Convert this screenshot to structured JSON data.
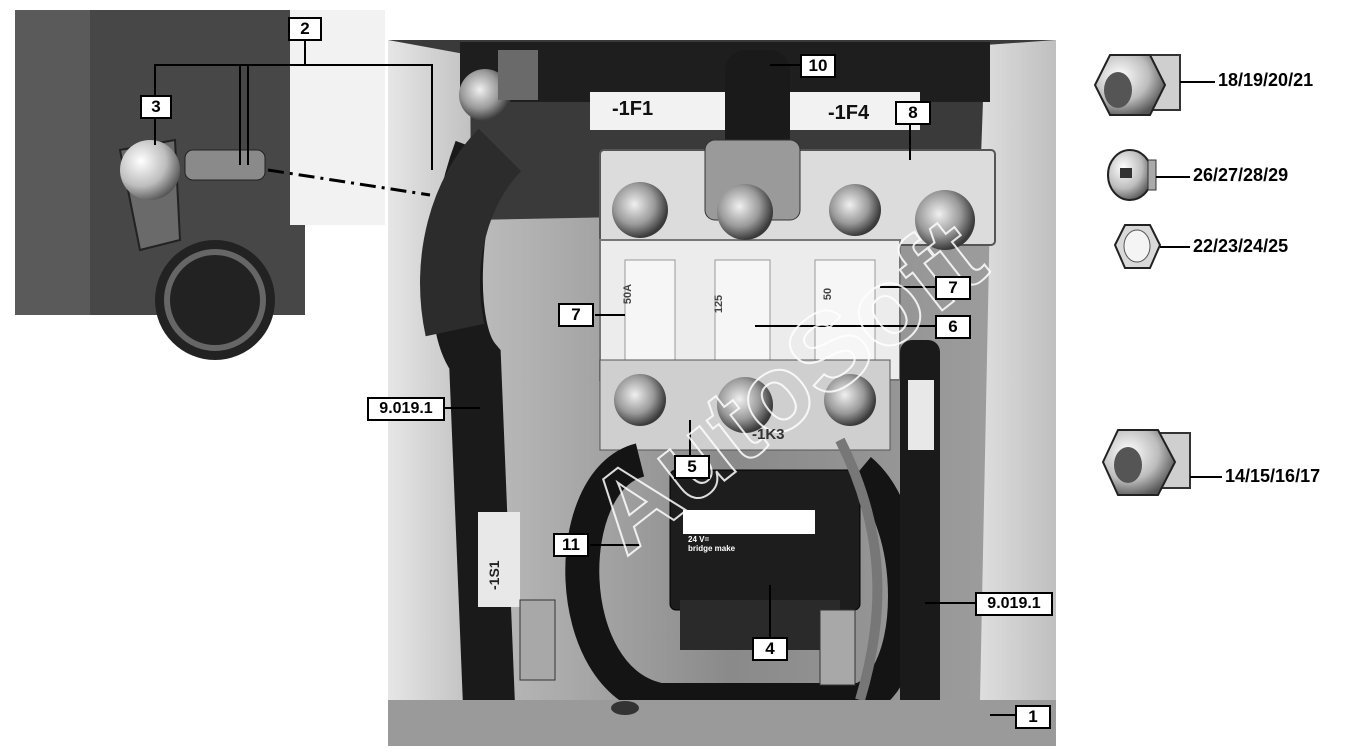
{
  "photo_labels": {
    "fuse_1": "-1F1",
    "fuse_4": "-1F4",
    "relay": "-1K3",
    "cable_tag": "-1S1",
    "fuse_50a": "50A",
    "fuse_125": "125",
    "fuse_50": "50",
    "relay_voltage": "24 V=",
    "relay_type": "bridge make"
  },
  "callouts": {
    "c1": "1",
    "c2": "2",
    "c3": "3",
    "c4": "4",
    "c5": "5",
    "c6": "6",
    "c7a": "7",
    "c7b": "7",
    "c8": "8",
    "c10": "10",
    "c11": "11",
    "c9019a": "9.019.1",
    "c9019b": "9.019.1"
  },
  "parts": {
    "gland_large": "18/19/20/21",
    "plug": "26/27/28/29",
    "locknut": "22/23/24/25",
    "gland_small": "14/15/16/17"
  },
  "watermark": "AutoSoft",
  "colors": {
    "photo_dark": "#2b2b2b",
    "photo_mid": "#7a7a7a",
    "photo_light": "#d8d8d8",
    "callout_border": "#000000"
  }
}
